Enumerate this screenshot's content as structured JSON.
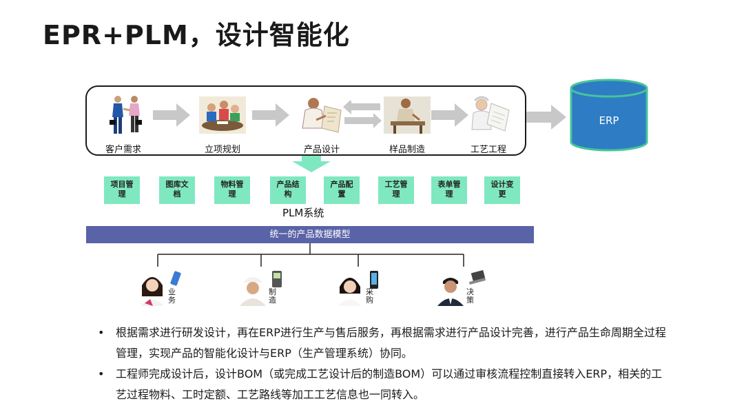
{
  "title": "EPR+PLM，设计智能化",
  "flow": {
    "stages": [
      {
        "label": "客户需求",
        "icon": "handshake-icon"
      },
      {
        "label": "立项规划",
        "icon": "meeting-icon"
      },
      {
        "label": "产品设计",
        "icon": "designer-icon"
      },
      {
        "label": "样品制造",
        "icon": "worker-icon"
      },
      {
        "label": "工艺工程",
        "icon": "engineer-icon"
      }
    ],
    "erp_label": "ERP"
  },
  "modules": [
    {
      "l1": "项目管",
      "l2": "理"
    },
    {
      "l1": "图库文",
      "l2": "档"
    },
    {
      "l1": "物料管",
      "l2": "理"
    },
    {
      "l1": "产品结",
      "l2": "构"
    },
    {
      "l1": "产品配",
      "l2": "置"
    },
    {
      "l1": "工艺管",
      "l2": "理"
    },
    {
      "l1": "表单管",
      "l2": "理"
    },
    {
      "l1": "设计变",
      "l2": "更"
    }
  ],
  "plm_label": "PLM系统",
  "model_bar": "统一的产品数据模型",
  "roles": [
    {
      "c1": "业",
      "c2": "务",
      "icon": "phone-icon"
    },
    {
      "c1": "制",
      "c2": "造",
      "icon": "handheld-icon"
    },
    {
      "c1": "采",
      "c2": "购",
      "icon": "mobile-icon"
    },
    {
      "c1": "决",
      "c2": "策",
      "icon": "laptop-icon"
    }
  ],
  "bullets": [
    "根据需求进行研发设计，再在ERP进行生产与售后服务，再根据需求进行产品设计完善，进行产品生命周期全过程管理，实现产品的智能化设计与ERP（生产管理系统）协同。",
    "工程师完成设计后，设计BOM（或完成工艺设计后的制造BOM）可以通过审核流程控制直接转入ERP，相关的工艺过程物料、工时定额、工艺路线等加工工艺信息也一同转入。"
  ],
  "colors": {
    "module_bg": "#7fe8c0",
    "bar_bg": "#5a63a7",
    "erp_fill": "#2e7cc4",
    "erp_stroke": "#46c49a",
    "arrow": "#c8c8c8",
    "down_arrow": "#7fe8c0"
  }
}
